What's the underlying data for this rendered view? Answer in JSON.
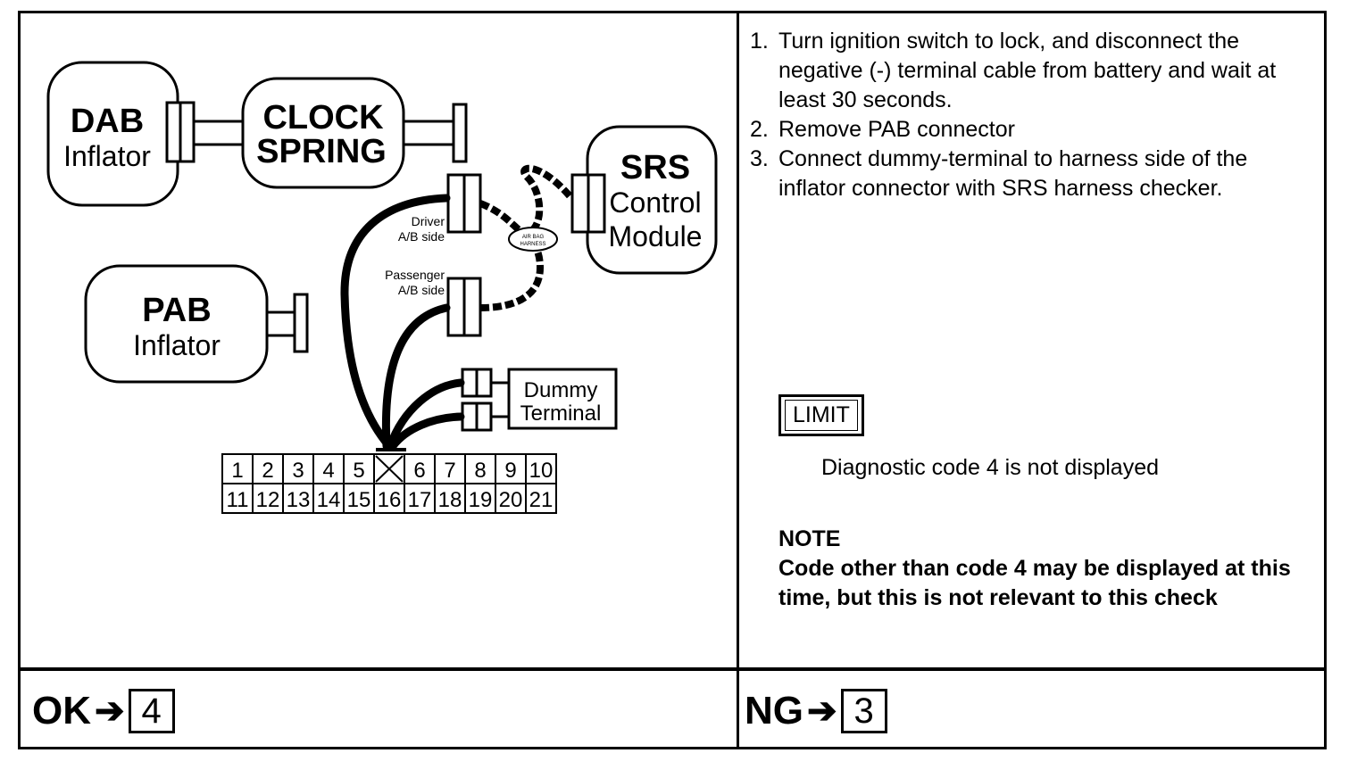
{
  "diagram": {
    "dab": {
      "line1": "DAB",
      "line2": "Inflator"
    },
    "clock_spring": {
      "line1": "CLOCK",
      "line2": "SPRING"
    },
    "srs": {
      "line1": "SRS",
      "line2": "Control",
      "line3": "Module"
    },
    "pab": {
      "line1": "PAB",
      "line2": "Inflator"
    },
    "driver_side": {
      "line1": "Driver",
      "line2": "A/B side"
    },
    "passenger_side": {
      "line1": "Passenger",
      "line2": "A/B side"
    },
    "airbag_harness": {
      "line1": "AIR BAG",
      "line2": "HARNESS"
    },
    "dummy_terminal": {
      "line1": "Dummy",
      "line2": "Terminal"
    },
    "pins_row1": [
      "1",
      "2",
      "3",
      "4",
      "5",
      "",
      "6",
      "7",
      "8",
      "9",
      "10"
    ],
    "pins_row2": [
      "11",
      "12",
      "13",
      "14",
      "15",
      "16",
      "17",
      "18",
      "19",
      "20",
      "21"
    ]
  },
  "instructions": {
    "steps": [
      {
        "num": "1.",
        "text": "Turn ignition switch to lock, and disconnect the negative (-) terminal cable from battery and wait at least 30 seconds."
      },
      {
        "num": "2.",
        "text": "Remove PAB connector"
      },
      {
        "num": "3.",
        "text": "Connect dummy-terminal to harness side of the inflator connector with SRS harness checker."
      }
    ]
  },
  "limit": {
    "label": "LIMIT",
    "text": "Diagnostic code 4 is not displayed"
  },
  "note": {
    "title": "NOTE",
    "text": "Code other than code 4 may be displayed at this time, but this is not relevant to this check"
  },
  "results": {
    "ok": {
      "label": "OK",
      "target": "4"
    },
    "ng": {
      "label": "NG",
      "target": "3"
    }
  }
}
